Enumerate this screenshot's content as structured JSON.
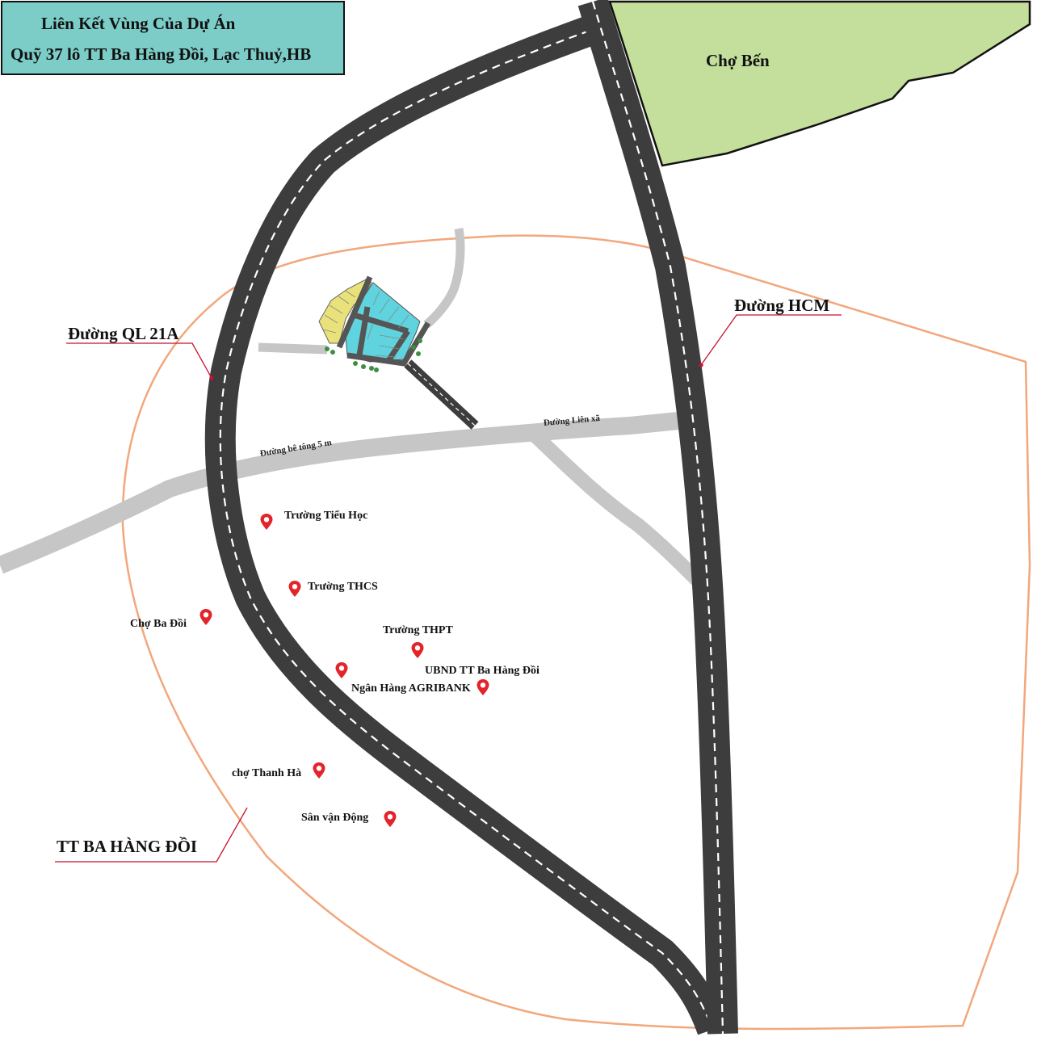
{
  "title": {
    "line1": "Liên Kết Vùng Của Dự Án",
    "line2": "Quỹ 37 lô TT Ba Hàng Đồi, Lạc Thuỷ,HB"
  },
  "areas": {
    "market_ben": "Chợ Bến",
    "township": "TT BA HÀNG ĐỒI"
  },
  "roads": {
    "ql21a": "Đường QL 21A",
    "hcm": "Đường HCM",
    "concrete": "Đường bê tông 5 m",
    "inter_commune": "Đường Liên xã"
  },
  "pois": {
    "primary_school": "Trường Tiểu Học",
    "secondary_school": "Trường THCS",
    "market_ba_doi": "Chợ Ba Đồi",
    "high_school": "Trường THPT",
    "ubnd": "UBND TT Ba Hàng Đồi",
    "agribank": "Ngân Hàng AGRIBANK",
    "market_thanh_ha": "chợ Thanh Hà",
    "stadium": "Sân vận Động"
  },
  "colors": {
    "road": "#3d3d3d",
    "secondary_road": "#c6c6c6",
    "boundary": "#f2a77c",
    "market_area": "#c4df9b",
    "title_bg": "#7ccdc8",
    "lot_cyan": "#5fd3de",
    "lot_yellow": "#e9e27a",
    "pin": "#e3242b",
    "leader": "#c8102e"
  },
  "icons": {
    "poi_marker": "map-pin-icon"
  }
}
